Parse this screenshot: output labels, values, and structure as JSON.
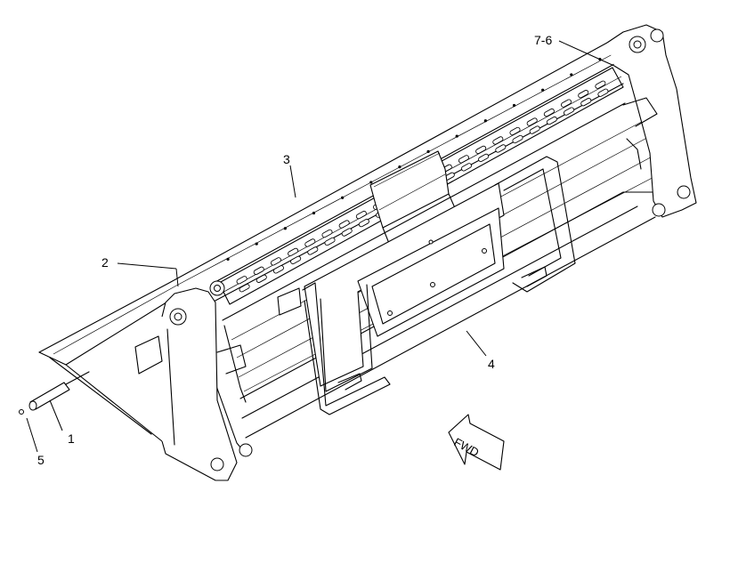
{
  "callouts": {
    "c1": "1",
    "c2": "2",
    "c3": "3",
    "c4": "4",
    "c5": "5",
    "c76": "7-6"
  },
  "direction_arrow": {
    "label": "FWD",
    "icon": "forward-arrow-icon"
  },
  "colors": {
    "line": "#000000",
    "background": "#ffffff"
  }
}
